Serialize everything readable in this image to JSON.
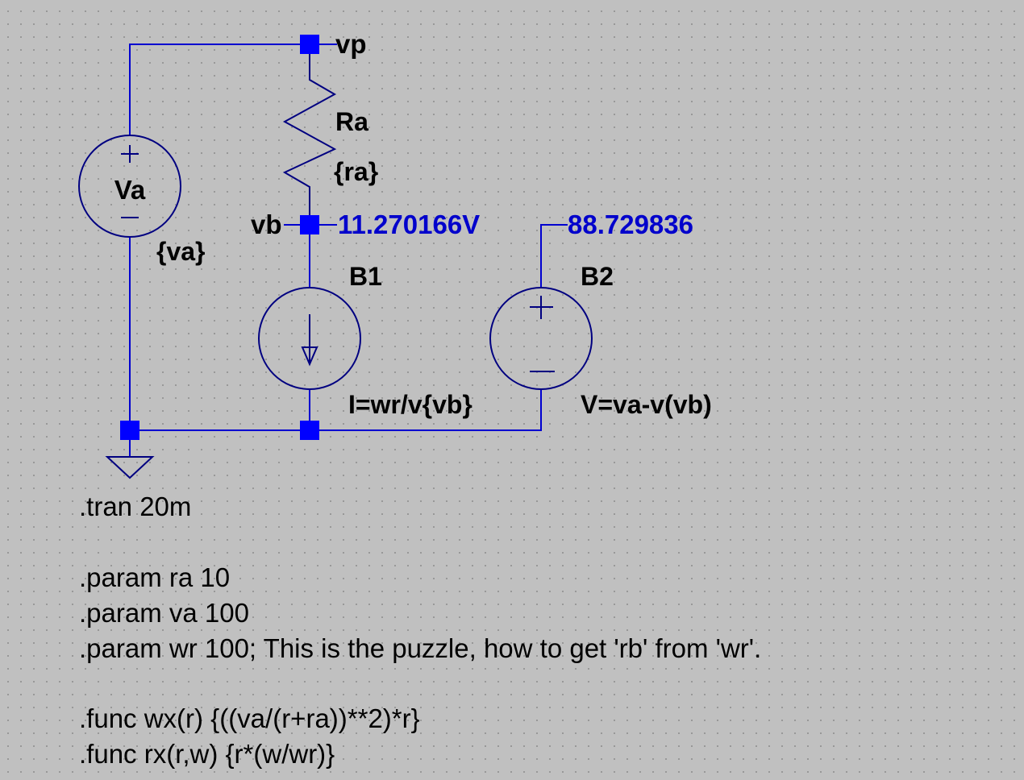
{
  "schematic": {
    "nets": {
      "top": "vp",
      "mid": "vb"
    },
    "probes": {
      "vb_voltage": "11.270166V",
      "b2_output": "88.729836"
    },
    "components": {
      "va": {
        "name": "Va",
        "value": "{va}"
      },
      "ra": {
        "name": "Ra",
        "value": "{ra}"
      },
      "b1": {
        "name": "B1",
        "value": "I=wr/v{vb}"
      },
      "b2": {
        "name": "B2",
        "value": "V=va-v(vb)"
      }
    },
    "plus_sign": "+",
    "minus_sign": "−",
    "directives": [
      ".tran 20m",
      ".param ra 10",
      ".param va 100",
      ".param wr 100; This is the puzzle, how to get 'rb' from 'wr'.",
      ".func wx(r) {((va/(r+ra))**2)*r}",
      ".func rx(r,w) {r*(w/wr)}"
    ],
    "colors": {
      "background": "#c0c0c0",
      "wire": "#0000d0",
      "component": "#000080",
      "node": "#0000ff",
      "readout": "#0000cc"
    }
  }
}
